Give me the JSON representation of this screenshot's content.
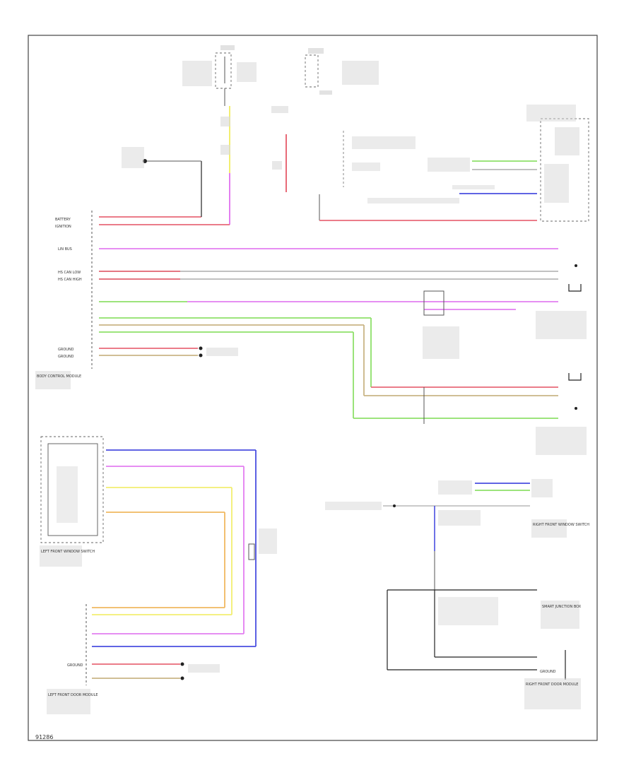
{
  "diagram": {
    "footer_code": "91286",
    "module_labels": {
      "bcm": "BODY CONTROL MODULE",
      "lf_window_switch": "LEFT FRONT WINDOW SWITCH",
      "rf_window_switch": "RIGHT FRONT WINDOW SWITCH",
      "smart_junction_box": "SMART JUNCTION BOX",
      "left_front_door_module": "LEFT FRONT DOOR MODULE",
      "right_front_door_module": "RIGHT FRONT DOOR MODULE"
    },
    "wire_tags": {
      "bcm_power": "BATTERY",
      "bcm_ignition": "IGNITION",
      "bcm_lin": "LIN BUS",
      "bcm_hs_can_low": "HS CAN LOW",
      "bcm_hs_can_high": "HS CAN HIGH",
      "bcm_ground_1": "GROUND",
      "bcm_ground_2": "GROUND",
      "rf_ground": "GROUND",
      "lf_ground": "GROUND"
    },
    "colors": {
      "yellow": "#f2ee70",
      "red": "#e86a78",
      "magenta": "#e37ef0",
      "green": "#8ee06a",
      "blue": "#4a4ee0",
      "gray": "#b8b8b8",
      "tan": "#c9b486",
      "brown": "#8a5a2a",
      "orange": "#f0b860",
      "black": "#222222"
    }
  }
}
